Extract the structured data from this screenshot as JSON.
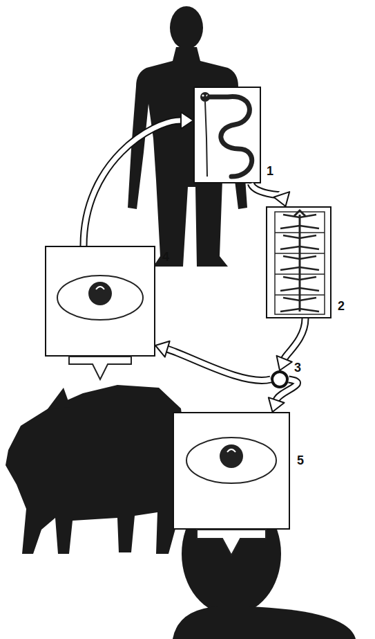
{
  "diagram": {
    "nodes": [
      {
        "text": [
          "1"
        ]
      },
      {
        "text": [
          "2"
        ]
      },
      {
        "text": [
          "3"
        ]
      },
      {
        "text": [
          "4"
        ]
      },
      {
        "text": [
          "5"
        ]
      }
    ],
    "edges": [
      {
        "from": 0,
        "to": 1,
        "arrow": "to"
      },
      {
        "from": 1,
        "to": 2,
        "arrow": "to"
      },
      {
        "from": 2,
        "to": 3,
        "arrow": "to"
      },
      {
        "from": 2,
        "to": 4,
        "arrow": "to"
      },
      {
        "from": 3,
        "to": 0,
        "arrow": "to"
      }
    ]
  }
}
